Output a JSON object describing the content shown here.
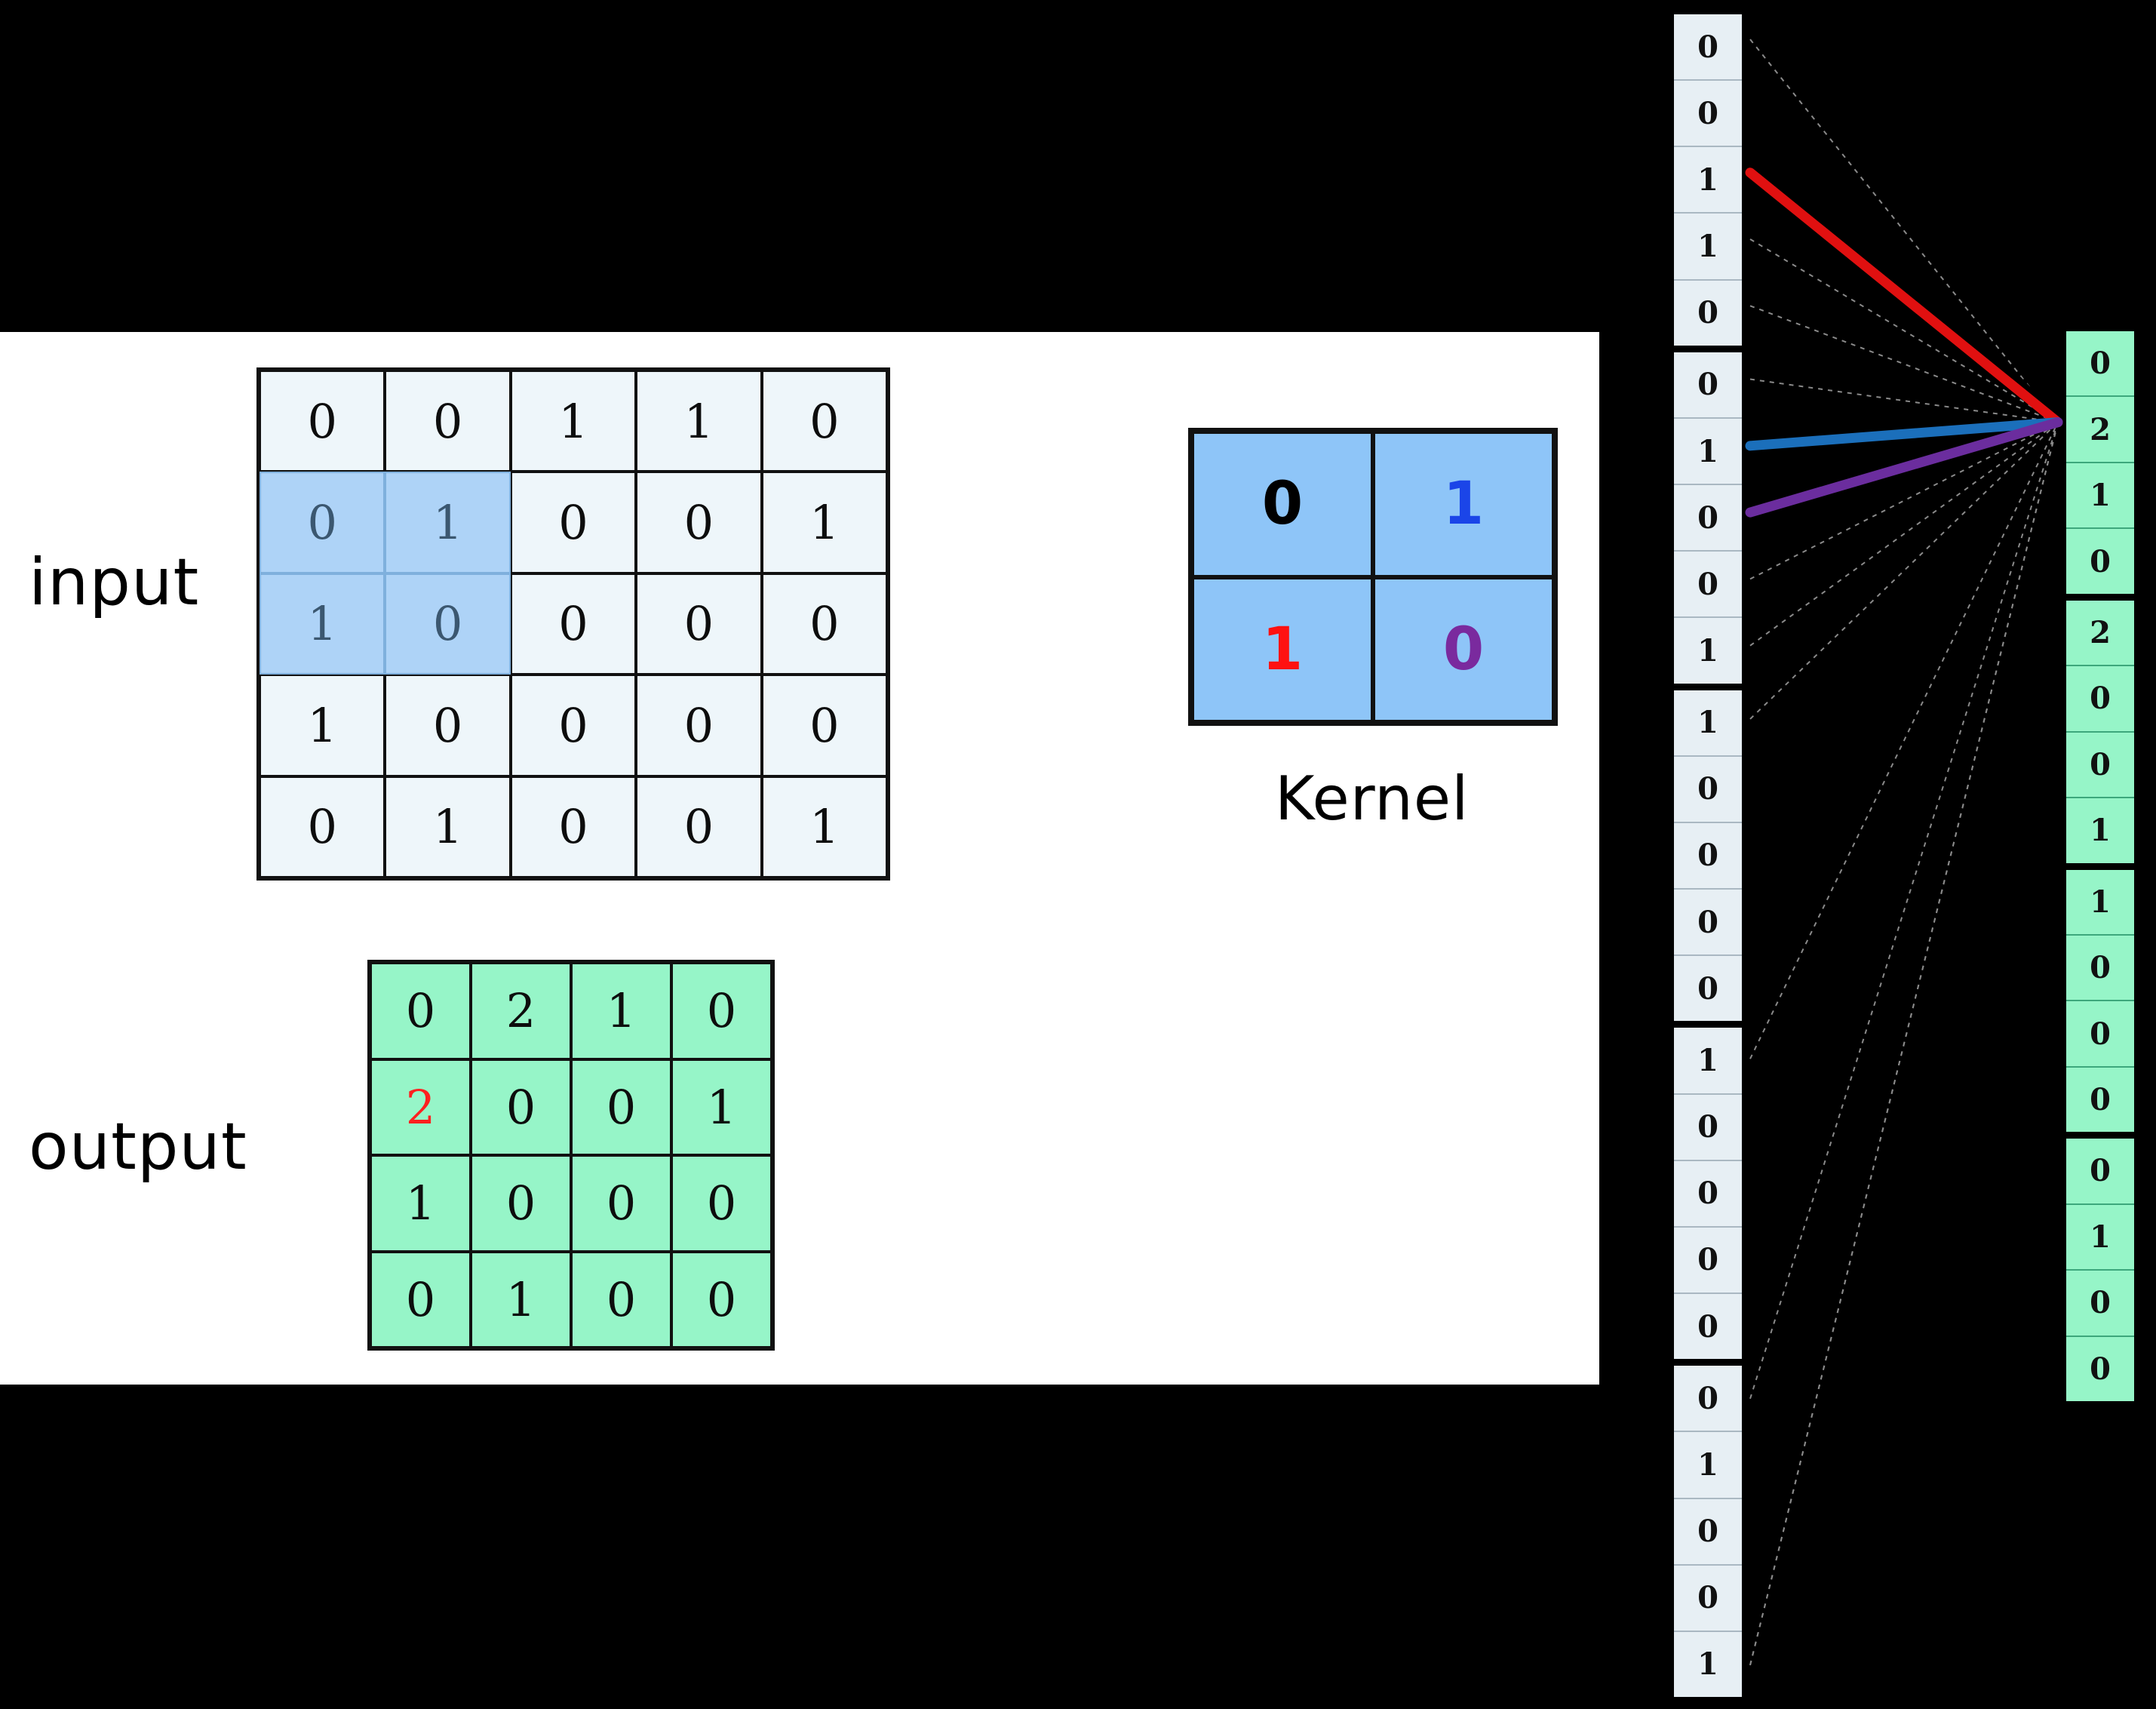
{
  "labels": {
    "input": "input",
    "output": "output",
    "kernel": "Kernel"
  },
  "colors": {
    "input_cell_bg": "#eef6fa",
    "input_highlight_bg": "#aed3f7",
    "output_cell_bg": "#96f5c8",
    "kernel_cell_bg": "#8ec5f8",
    "panel_bg": "#ffffff",
    "page_bg": "#000000",
    "kernel_black": "#000000",
    "kernel_blue": "#1b45e8",
    "kernel_red": "#ff1111",
    "kernel_purple": "#7a2a9e",
    "output_red_value": "#ff2020",
    "edge_black": "#000000",
    "edge_red": "#e01010",
    "edge_blue": "#1b6fbb",
    "edge_purple": "#6b2d9e",
    "edge_faint": "#8a8a8a"
  },
  "chart_data": {
    "type": "diagram",
    "title": "Convolution as sparse matrix multiplication",
    "input_matrix": {
      "rows": 5,
      "cols": 5,
      "values": [
        [
          0,
          0,
          1,
          1,
          0
        ],
        [
          0,
          1,
          0,
          0,
          1
        ],
        [
          1,
          0,
          0,
          0,
          0
        ],
        [
          1,
          0,
          0,
          0,
          0
        ],
        [
          0,
          1,
          0,
          0,
          1
        ]
      ],
      "highlighted_cells": [
        [
          1,
          0
        ],
        [
          1,
          1
        ],
        [
          2,
          0
        ],
        [
          2,
          1
        ]
      ]
    },
    "kernel_matrix": {
      "rows": 2,
      "cols": 2,
      "values": [
        [
          0,
          1
        ],
        [
          1,
          0
        ]
      ],
      "value_colors": [
        [
          "black",
          "blue"
        ],
        [
          "red",
          "purple"
        ]
      ]
    },
    "output_matrix": {
      "rows": 4,
      "cols": 4,
      "values": [
        [
          0,
          2,
          1,
          0
        ],
        [
          2,
          0,
          0,
          1
        ],
        [
          1,
          0,
          0,
          0
        ],
        [
          0,
          1,
          0,
          0
        ]
      ],
      "highlighted_cells": [
        [
          1,
          0
        ]
      ]
    },
    "input_vector": {
      "length": 25,
      "group_size": 5,
      "values": [
        0,
        0,
        1,
        1,
        0,
        0,
        1,
        0,
        0,
        1,
        1,
        0,
        0,
        0,
        0,
        1,
        0,
        0,
        0,
        0,
        0,
        1,
        0,
        0,
        1
      ]
    },
    "output_vector": {
      "length": 16,
      "group_size": 4,
      "values": [
        0,
        2,
        1,
        0,
        2,
        0,
        0,
        1,
        1,
        0,
        0,
        0,
        0,
        1,
        0,
        0
      ]
    },
    "edges": {
      "target_output_index": 1,
      "highlighted": [
        {
          "from_input_index": 1,
          "color": "black"
        },
        {
          "from_input_index": 2,
          "color": "red"
        },
        {
          "from_input_index": 6,
          "color": "blue"
        },
        {
          "from_input_index": 7,
          "color": "purple"
        }
      ],
      "faint_from_indices": [
        0,
        3,
        4,
        5,
        8,
        9,
        24
      ]
    }
  },
  "input_grid": {
    "rows": [
      [
        {
          "v": "0",
          "hl": false
        },
        {
          "v": "0",
          "hl": false
        },
        {
          "v": "1",
          "hl": false
        },
        {
          "v": "1",
          "hl": false
        },
        {
          "v": "0",
          "hl": false
        }
      ],
      [
        {
          "v": "0",
          "hl": true
        },
        {
          "v": "1",
          "hl": true
        },
        {
          "v": "0",
          "hl": false
        },
        {
          "v": "0",
          "hl": false
        },
        {
          "v": "1",
          "hl": false
        }
      ],
      [
        {
          "v": "1",
          "hl": true
        },
        {
          "v": "0",
          "hl": true
        },
        {
          "v": "0",
          "hl": false
        },
        {
          "v": "0",
          "hl": false
        },
        {
          "v": "0",
          "hl": false
        }
      ],
      [
        {
          "v": "1",
          "hl": false
        },
        {
          "v": "0",
          "hl": false
        },
        {
          "v": "0",
          "hl": false
        },
        {
          "v": "0",
          "hl": false
        },
        {
          "v": "0",
          "hl": false
        }
      ],
      [
        {
          "v": "0",
          "hl": false
        },
        {
          "v": "1",
          "hl": false
        },
        {
          "v": "0",
          "hl": false
        },
        {
          "v": "0",
          "hl": false
        },
        {
          "v": "1",
          "hl": false
        }
      ]
    ]
  },
  "output_grid": {
    "rows": [
      [
        {
          "v": "0",
          "red": false
        },
        {
          "v": "2",
          "red": false
        },
        {
          "v": "1",
          "red": false
        },
        {
          "v": "0",
          "red": false
        }
      ],
      [
        {
          "v": "2",
          "red": true
        },
        {
          "v": "0",
          "red": false
        },
        {
          "v": "0",
          "red": false
        },
        {
          "v": "1",
          "red": false
        }
      ],
      [
        {
          "v": "1",
          "red": false
        },
        {
          "v": "0",
          "red": false
        },
        {
          "v": "0",
          "red": false
        },
        {
          "v": "0",
          "red": false
        }
      ],
      [
        {
          "v": "0",
          "red": false
        },
        {
          "v": "1",
          "red": false
        },
        {
          "v": "0",
          "red": false
        },
        {
          "v": "0",
          "red": false
        }
      ]
    ]
  },
  "kernel_grid": {
    "cells": [
      {
        "v": "0",
        "cls": "k-black"
      },
      {
        "v": "1",
        "cls": "k-blue"
      },
      {
        "v": "1",
        "cls": "k-red"
      },
      {
        "v": "0",
        "cls": "k-purple"
      }
    ]
  },
  "input_vector_blocks": [
    [
      "0",
      "0",
      "1",
      "1",
      "0"
    ],
    [
      "0",
      "1",
      "0",
      "0",
      "1"
    ],
    [
      "1",
      "0",
      "0",
      "0",
      "0"
    ],
    [
      "1",
      "0",
      "0",
      "0",
      "0"
    ],
    [
      "0",
      "1",
      "0",
      "0",
      "1"
    ]
  ],
  "output_vector_blocks": [
    [
      "0",
      "2",
      "1",
      "0"
    ],
    [
      "2",
      "0",
      "0",
      "1"
    ],
    [
      "1",
      "0",
      "0",
      "0"
    ],
    [
      "0",
      "1",
      "0",
      "0"
    ]
  ]
}
